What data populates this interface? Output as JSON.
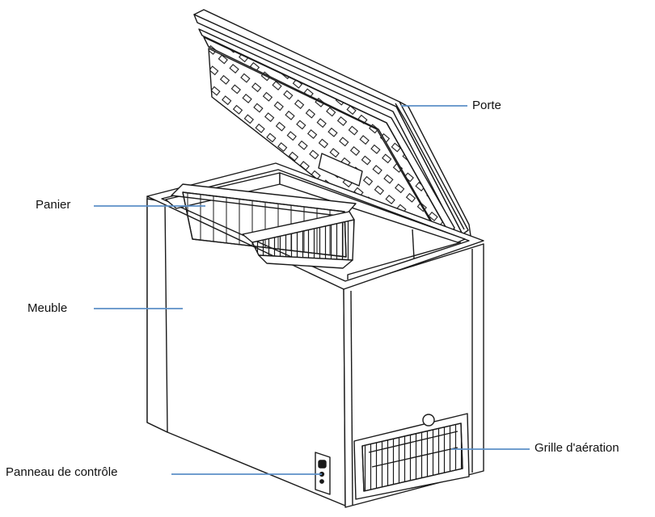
{
  "labels": {
    "porte": "Porte",
    "panier": "Panier",
    "meuble": "Meuble",
    "grille": "Grille d'aération",
    "panneau": "Panneau de contrôle"
  },
  "colors": {
    "leader_line": "#5b8fc7",
    "outline": "#1a1a1a",
    "background": "#ffffff"
  }
}
